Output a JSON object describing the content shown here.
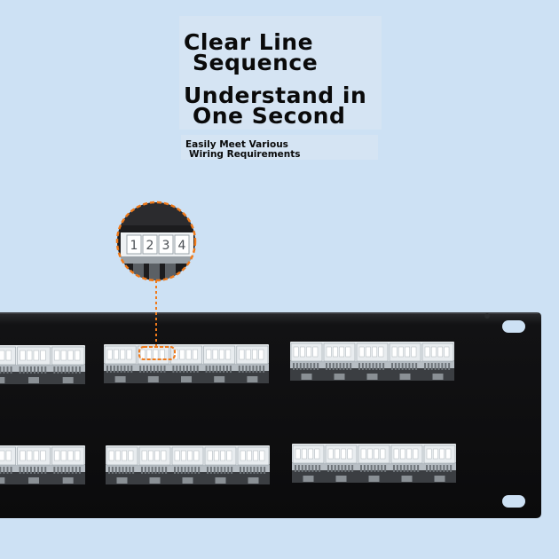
{
  "headline": {
    "line1a": "Clear Line",
    "line1b": "Sequence",
    "line2a": "Understand in",
    "line2b": "One Second"
  },
  "subtitle": {
    "line1": "Easily Meet Various",
    "line2": "Wiring Requirements"
  },
  "magnifier": {
    "labels": [
      "1",
      "2",
      "3",
      "4"
    ]
  },
  "colors": {
    "background": "#cde1f4",
    "panel": "#0f0f10",
    "accent": "#f07a1a",
    "block": "#e8ecef"
  }
}
